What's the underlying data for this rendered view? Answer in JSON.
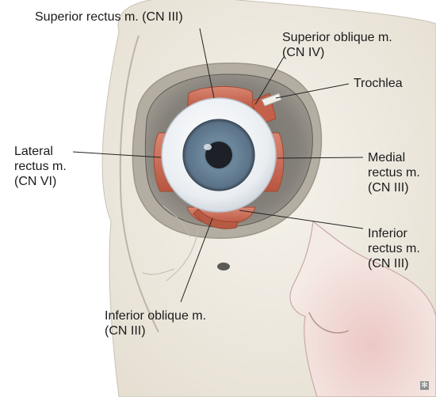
{
  "labels": {
    "superior_rectus": "Superior rectus m. (CN III)",
    "superior_oblique": [
      "Superior oblique m.",
      "(CN IV)"
    ],
    "trochlea": "Trochlea",
    "lateral_rectus": [
      "Lateral",
      "rectus m.",
      "(CN VI)"
    ],
    "medial_rectus": [
      "Medial",
      "rectus m.",
      "(CN III)"
    ],
    "inferior_rectus": [
      "Inferior",
      "rectus m.",
      "(CN III)"
    ],
    "inferior_oblique": [
      "Inferior oblique m.",
      "(CN III)"
    ]
  },
  "colors": {
    "skin": "#f1ede4",
    "skin_outline": "#b8b2a6",
    "orbit_wall": "#8f8b84",
    "orbit_deep": "#6f6c66",
    "muscle": "#c96a52",
    "sclera": "#f4f6f8",
    "iris": "#6a8399",
    "pupil": "#1f2329",
    "nose_tint": "#efd2d0",
    "leader": "#222222"
  },
  "corner_icon": "asterisk-icon",
  "corner_glyph": "✻"
}
